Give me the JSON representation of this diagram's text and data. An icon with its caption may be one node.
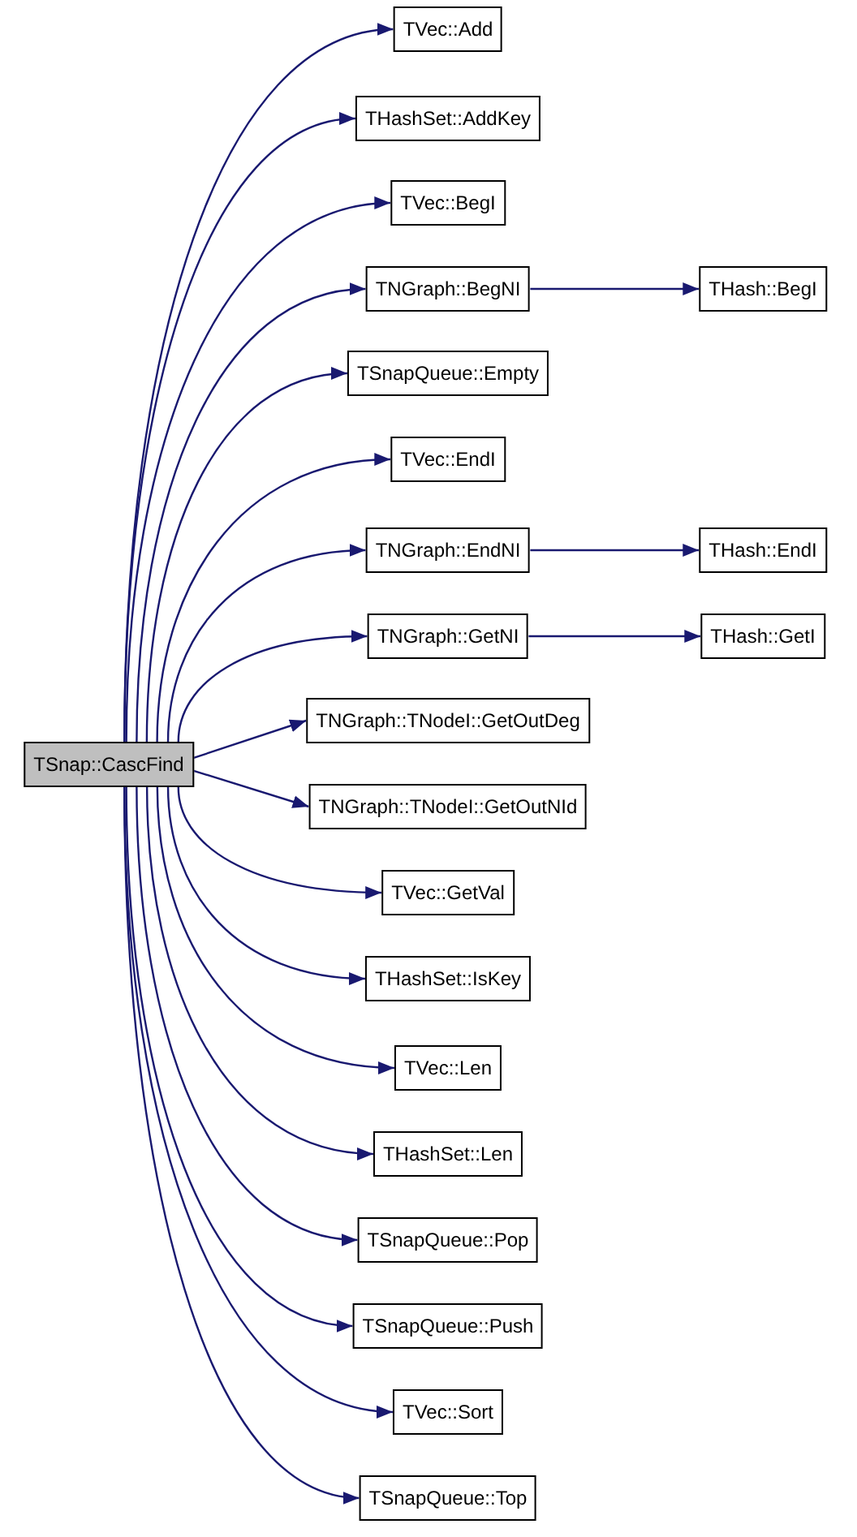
{
  "diagram": {
    "nodes": [
      {
        "text": [
          "TSnap::CascFind"
        ]
      },
      {
        "text": [
          "TVec::Add"
        ]
      },
      {
        "text": [
          "THashSet::AddKey"
        ]
      },
      {
        "text": [
          "TVec::BegI"
        ]
      },
      {
        "text": [
          "TNGraph::BegNI"
        ]
      },
      {
        "text": [
          "THash::BegI"
        ]
      },
      {
        "text": [
          "TSnapQueue::Empty"
        ]
      },
      {
        "text": [
          "TVec::EndI"
        ]
      },
      {
        "text": [
          "TNGraph::EndNI"
        ]
      },
      {
        "text": [
          "THash::EndI"
        ]
      },
      {
        "text": [
          "TNGraph::GetNI"
        ]
      },
      {
        "text": [
          "THash::GetI"
        ]
      },
      {
        "text": [
          "TNGraph::TNodeI::GetOutDeg"
        ]
      },
      {
        "text": [
          "TNGraph::TNodeI::GetOutNId"
        ]
      },
      {
        "text": [
          "TVec::GetVal"
        ]
      },
      {
        "text": [
          "THashSet::IsKey"
        ]
      },
      {
        "text": [
          "TVec::Len"
        ]
      },
      {
        "text": [
          "THashSet::Len"
        ]
      },
      {
        "text": [
          "TSnapQueue::Pop"
        ]
      },
      {
        "text": [
          "TSnapQueue::Push"
        ]
      },
      {
        "text": [
          "TVec::Sort"
        ]
      },
      {
        "text": [
          "TSnapQueue::Top"
        ]
      }
    ],
    "edges": [
      {
        "from": 0,
        "to": 1,
        "arrow": "to"
      },
      {
        "from": 0,
        "to": 2,
        "arrow": "to"
      },
      {
        "from": 0,
        "to": 3,
        "arrow": "to"
      },
      {
        "from": 0,
        "to": 4,
        "arrow": "to"
      },
      {
        "from": 4,
        "to": 5,
        "arrow": "to"
      },
      {
        "from": 0,
        "to": 6,
        "arrow": "to"
      },
      {
        "from": 0,
        "to": 7,
        "arrow": "to"
      },
      {
        "from": 0,
        "to": 8,
        "arrow": "to"
      },
      {
        "from": 8,
        "to": 9,
        "arrow": "to"
      },
      {
        "from": 0,
        "to": 10,
        "arrow": "to"
      },
      {
        "from": 10,
        "to": 11,
        "arrow": "to"
      },
      {
        "from": 0,
        "to": 12,
        "arrow": "to"
      },
      {
        "from": 0,
        "to": 13,
        "arrow": "to"
      },
      {
        "from": 0,
        "to": 14,
        "arrow": "to"
      },
      {
        "from": 0,
        "to": 15,
        "arrow": "to"
      },
      {
        "from": 0,
        "to": 16,
        "arrow": "to"
      },
      {
        "from": 0,
        "to": 17,
        "arrow": "to"
      },
      {
        "from": 0,
        "to": 18,
        "arrow": "to"
      },
      {
        "from": 0,
        "to": 19,
        "arrow": "to"
      },
      {
        "from": 0,
        "to": 20,
        "arrow": "to"
      },
      {
        "from": 0,
        "to": 21,
        "arrow": "to"
      }
    ]
  }
}
